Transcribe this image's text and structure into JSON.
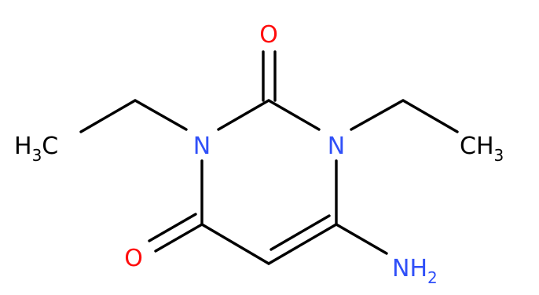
{
  "colors": {
    "bond": "#000000",
    "carbon_label": "#000000",
    "nitrogen": "#3050f8",
    "oxygen": "#ff0d0d"
  },
  "atoms": {
    "o_top": "O",
    "o_bottom": "O",
    "n1": "N",
    "n3": "N",
    "ch3_left": {
      "main": "H",
      "sub": "3",
      "tail": "C"
    },
    "ch3_right": {
      "main": "CH",
      "sub": "3"
    },
    "nh2": {
      "main": "NH",
      "sub": "2"
    }
  }
}
